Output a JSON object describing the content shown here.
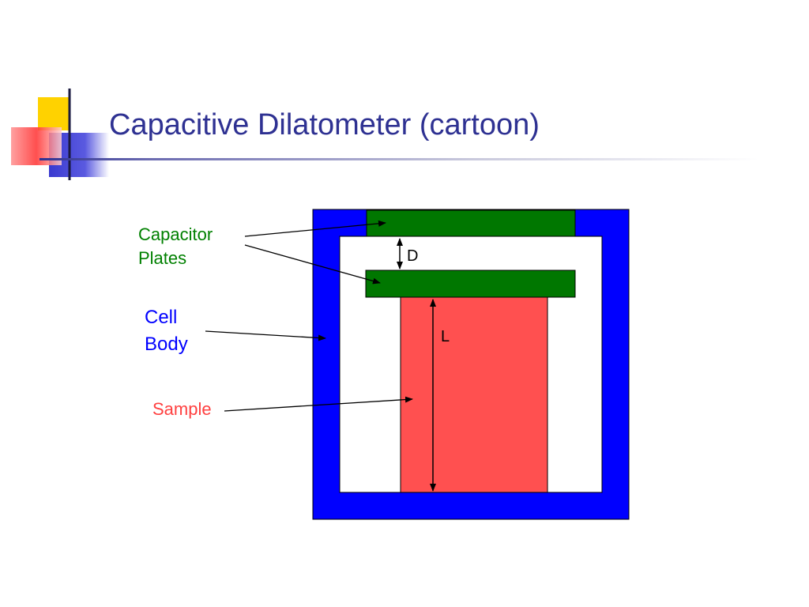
{
  "slide": {
    "title": "Capacitive Dilatometer (cartoon)"
  },
  "diagram": {
    "labels": {
      "capacitor_line1": "Capacitor",
      "capacitor_line2": "Plates",
      "cell_line1": "Cell",
      "cell_line2": "Body",
      "sample": "Sample",
      "gap": "D",
      "length": "L"
    },
    "colors": {
      "title": "#2e3192",
      "cell_body": "#0000ff",
      "capacitor_plates": "#007700",
      "sample": "#ff5050",
      "capacitor_label": "#008000",
      "cell_label": "#0000ff",
      "sample_label": "#ff4040"
    }
  }
}
